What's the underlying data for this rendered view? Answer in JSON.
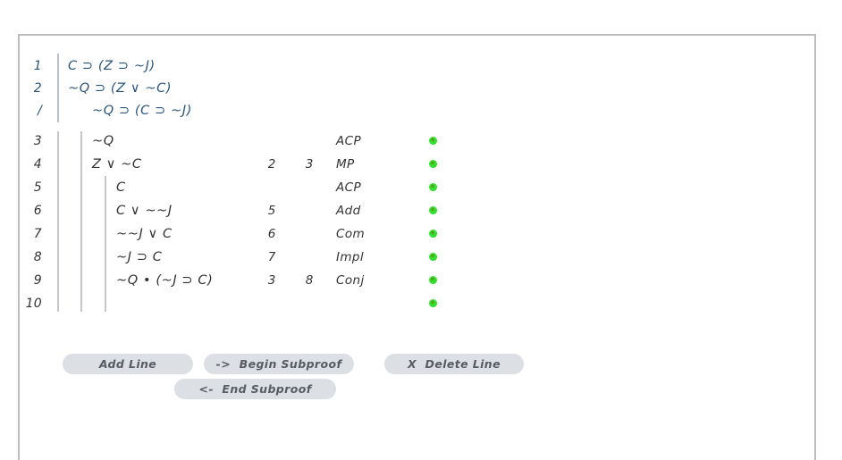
{
  "colors": {
    "premise_text": "#2a567e",
    "proof_text": "#333333",
    "subproof_bar": "#c3c7cc",
    "status_dot_green": "#22e022",
    "button_bg": "#dcdfe3",
    "button_text": "#575c63",
    "panel_border": "#bdbdbd"
  },
  "premises": [
    {
      "num": "1",
      "formula": "C ⊃ (Z ⊃ ~J)"
    },
    {
      "num": "2",
      "formula": "~Q ⊃ (Z ∨ ~C)"
    },
    {
      "num": "/",
      "formula": "~Q ⊃ (C ⊃ ~J)"
    }
  ],
  "proof_lines": [
    {
      "num": "3",
      "formula": "~Q",
      "ref1": "",
      "ref2": "",
      "rule": "ACP",
      "status": "valid"
    },
    {
      "num": "4",
      "formula": "Z ∨ ~C",
      "ref1": "2",
      "ref2": "3",
      "rule": "MP",
      "status": "valid"
    },
    {
      "num": "5",
      "formula": "C",
      "ref1": "",
      "ref2": "",
      "rule": "ACP",
      "status": "valid"
    },
    {
      "num": "6",
      "formula": "C ∨ ~~J",
      "ref1": "5",
      "ref2": "",
      "rule": "Add",
      "status": "valid"
    },
    {
      "num": "7",
      "formula": "~~J ∨ C",
      "ref1": "6",
      "ref2": "",
      "rule": "Com",
      "status": "valid"
    },
    {
      "num": "8",
      "formula": "~J ⊃ C",
      "ref1": "7",
      "ref2": "",
      "rule": "Impl",
      "status": "valid"
    },
    {
      "num": "9",
      "formula": "~Q • (~J ⊃ C)",
      "ref1": "3",
      "ref2": "8",
      "rule": "Conj",
      "status": "valid"
    },
    {
      "num": "10",
      "formula": "",
      "ref1": "",
      "ref2": "",
      "rule": "",
      "status": "valid"
    }
  ],
  "buttons": {
    "add_line": "Add Line",
    "begin_subproof": "->  Begin Subproof",
    "delete_line": "X  Delete Line",
    "end_subproof": "<-  End Subproof"
  }
}
